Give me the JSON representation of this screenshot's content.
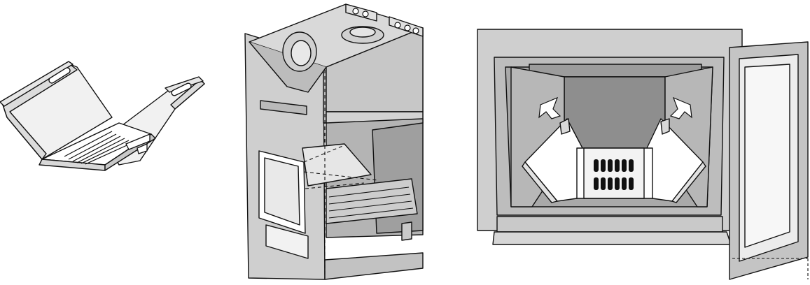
{
  "figures": [
    {
      "id": "tray",
      "label": ""
    },
    {
      "id": "stove-cutaway",
      "label": ""
    },
    {
      "id": "stove-front",
      "label": ""
    }
  ],
  "colors": {
    "stroke": "#111111",
    "panel_light": "#d6d6d6",
    "panel_mid": "#c3c3c3",
    "panel_dark": "#9a9a9a",
    "inner_dark": "#8e8e8e",
    "white": "#ffffff",
    "arrow": "#ffffff"
  },
  "icons": {
    "arrow_left": "installation-arrow-icon",
    "arrow_right": "installation-arrow-icon"
  }
}
